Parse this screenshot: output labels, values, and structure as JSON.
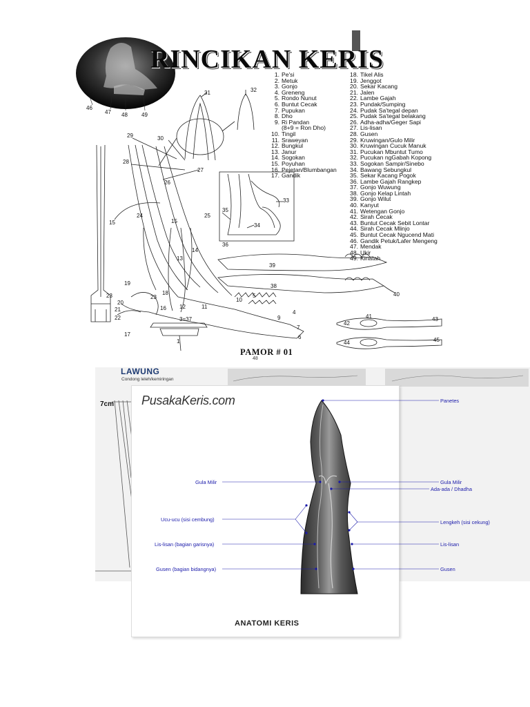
{
  "top": {
    "title": "RINCIKAN KERIS",
    "parts_left": [
      {
        "n": "1.",
        "t": "Pe'si"
      },
      {
        "n": "2.",
        "t": "Metuk"
      },
      {
        "n": "3.",
        "t": "Gonjo"
      },
      {
        "n": "4.",
        "t": "Greneng"
      },
      {
        "n": "5.",
        "t": "Rondo Nunut"
      },
      {
        "n": "6.",
        "t": "Buntut Cecak"
      },
      {
        "n": "7.",
        "t": "Pupukan"
      },
      {
        "n": "8.",
        "t": "Dho"
      },
      {
        "n": "9.",
        "t": "Ri Pandan"
      },
      {
        "n": "",
        "t": "(8+9 = Ron Dho)"
      },
      {
        "n": "10.",
        "t": "Tingil"
      },
      {
        "n": "11.",
        "t": "Sraweyan"
      },
      {
        "n": "12.",
        "t": "Bungkul"
      },
      {
        "n": "13.",
        "t": "Janur"
      },
      {
        "n": "14.",
        "t": "Sogokan"
      },
      {
        "n": "15.",
        "t": "Poyuhan"
      },
      {
        "n": "16.",
        "t": "Pejetan/Blumbangan"
      },
      {
        "n": "17.",
        "t": "Gandik"
      }
    ],
    "parts_right": [
      {
        "n": "18.",
        "t": "Tikel Alis"
      },
      {
        "n": "19.",
        "t": "Jenggot"
      },
      {
        "n": "20.",
        "t": "Sekar Kacang"
      },
      {
        "n": "21.",
        "t": "Jalen"
      },
      {
        "n": "22.",
        "t": "Lambe Gajah"
      },
      {
        "n": "23.",
        "t": "Pundak/Sumping"
      },
      {
        "n": "24.",
        "t": "Pudak Sa'tegal depan"
      },
      {
        "n": "25.",
        "t": "Pudak Sa'tegal belakang"
      },
      {
        "n": "26.",
        "t": "Adha-adha/Geger Sapi"
      },
      {
        "n": "27.",
        "t": "Lis-lisan"
      },
      {
        "n": "28.",
        "t": "Gusen"
      },
      {
        "n": "29.",
        "t": "Kruwingan/Gulo Milir"
      },
      {
        "n": "30.",
        "t": "Kruwingan Cucuk Manuk"
      },
      {
        "n": "31.",
        "t": "Pucukan Mbuntut Tumo"
      },
      {
        "n": "32.",
        "t": "Pucukan ngGabah Kopong"
      },
      {
        "n": "33.",
        "t": "Sogokan Sampir/Sinebo"
      },
      {
        "n": "34.",
        "t": "Bawang Sebungkul"
      },
      {
        "n": "35.",
        "t": "Sekar Kacang Pogok"
      },
      {
        "n": "36.",
        "t": "Lambe Gajah Rangkep"
      },
      {
        "n": "37.",
        "t": "Gonjo Wuwung"
      },
      {
        "n": "38.",
        "t": "Gonjo Kelap Lintah"
      },
      {
        "n": "39.",
        "t": "Gonjo Wilut"
      },
      {
        "n": "40.",
        "t": "Kanyut"
      },
      {
        "n": "41.",
        "t": "Wetengan Gonjo"
      },
      {
        "n": "42.",
        "t": "Sirah Cecak"
      },
      {
        "n": "43.",
        "t": "Buntut Cecak Sebit Lontar"
      },
      {
        "n": "44.",
        "t": "Sirah Cecak Mlinjo"
      },
      {
        "n": "45.",
        "t": "Buntut Cecak Ngucend Mati"
      },
      {
        "n": "46.",
        "t": "Gandik Petuk/Lafer Mengeng"
      },
      {
        "n": "47.",
        "t": "Mendak"
      },
      {
        "n": "48.",
        "t": "Ukir"
      },
      {
        "n": "49.",
        "t": "Kinatah"
      }
    ],
    "diagram_numbers": {
      "n46": "46",
      "n47": "47",
      "n48": "48",
      "n49": "49",
      "n31": "31",
      "n32": "32",
      "n29": "29",
      "n30": "30",
      "n28": "28",
      "n27": "27",
      "n26": "26",
      "n24": "24",
      "n15a": "15",
      "n15b": "15",
      "n25": "25",
      "n14": "14",
      "n13": "13",
      "n19": "19",
      "n18": "18",
      "n23": "23",
      "n20": "20",
      "n21": "21",
      "n22": "22",
      "n16": "16",
      "n12": "12",
      "n11": "11",
      "n17": "17",
      "n1": "1",
      "n3eq37": "3=37",
      "n10": "10",
      "n5": "5",
      "n4": "4",
      "n9": "9",
      "n7": "7",
      "n6": "6",
      "n35": "35",
      "n34": "34",
      "n33": "33",
      "n36": "36",
      "n39": "39",
      "n38": "38",
      "n40": "40",
      "n41": "41",
      "n42": "42",
      "n43": "43",
      "n44": "44",
      "n45": "45"
    },
    "pamor": "PAMOR # 01",
    "pamor_sub": "48"
  },
  "lawung": {
    "title": "LAWUNG",
    "subtitle": "Condong leleh/kemiringan",
    "measure": "7cm"
  },
  "anatomy": {
    "brand": "PusakaKeris.com",
    "title": "ANATOMI KERIS",
    "label_color": "#1a1aaa",
    "labels": {
      "panetes": "Panetes",
      "gula_milir_left": "Gula Milir",
      "gula_milir_right": "Gula Milir",
      "ada_ada": "Ada-ada / Dhadha",
      "ucu_ucu": "Ucu-ucu (sisi cembung)",
      "lengkeh": "Lengkeh (sisi cekung)",
      "lis_lisan_left": "Lis-lisan (bagian garisnya)",
      "lis_lisan_right": "Lis-lisan",
      "gusen_left": "Gusen (bagian bidangnya)",
      "gusen_right": "Gusen"
    }
  }
}
